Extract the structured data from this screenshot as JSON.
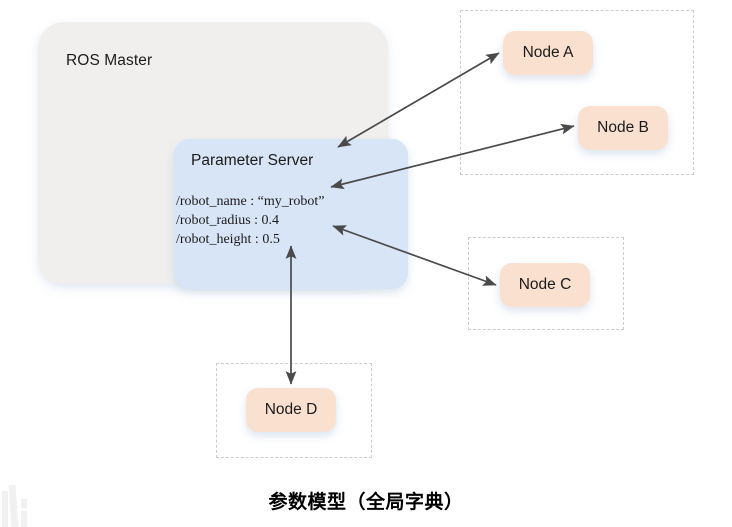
{
  "diagram": {
    "caption": "参数模型（全局字典）",
    "master": {
      "label": "ROS Master",
      "fill": "#f0efee"
    },
    "parameter_server": {
      "title": "Parameter Server",
      "fill": "#d7e5f6",
      "parameters": [
        "/robot_name :  “my_robot”",
        "/robot_radius : 0.4",
        "/robot_height : 0.5"
      ]
    },
    "nodes": [
      {
        "id": "node-a",
        "label": "Node A"
      },
      {
        "id": "node-b",
        "label": "Node B"
      },
      {
        "id": "node-c",
        "label": "Node C"
      },
      {
        "id": "node-d",
        "label": "Node D"
      }
    ],
    "node_fill": "#fae1cf",
    "group_border": "#cccccc",
    "arrow_color": "#4a4a4a",
    "connections": [
      {
        "from": "parameter-server",
        "to": "node-a",
        "bidirectional": true
      },
      {
        "from": "parameter-server",
        "to": "node-b",
        "bidirectional": true
      },
      {
        "from": "parameter-server",
        "to": "node-c",
        "bidirectional": true
      },
      {
        "from": "parameter-server",
        "to": "node-d",
        "bidirectional": true
      }
    ]
  }
}
